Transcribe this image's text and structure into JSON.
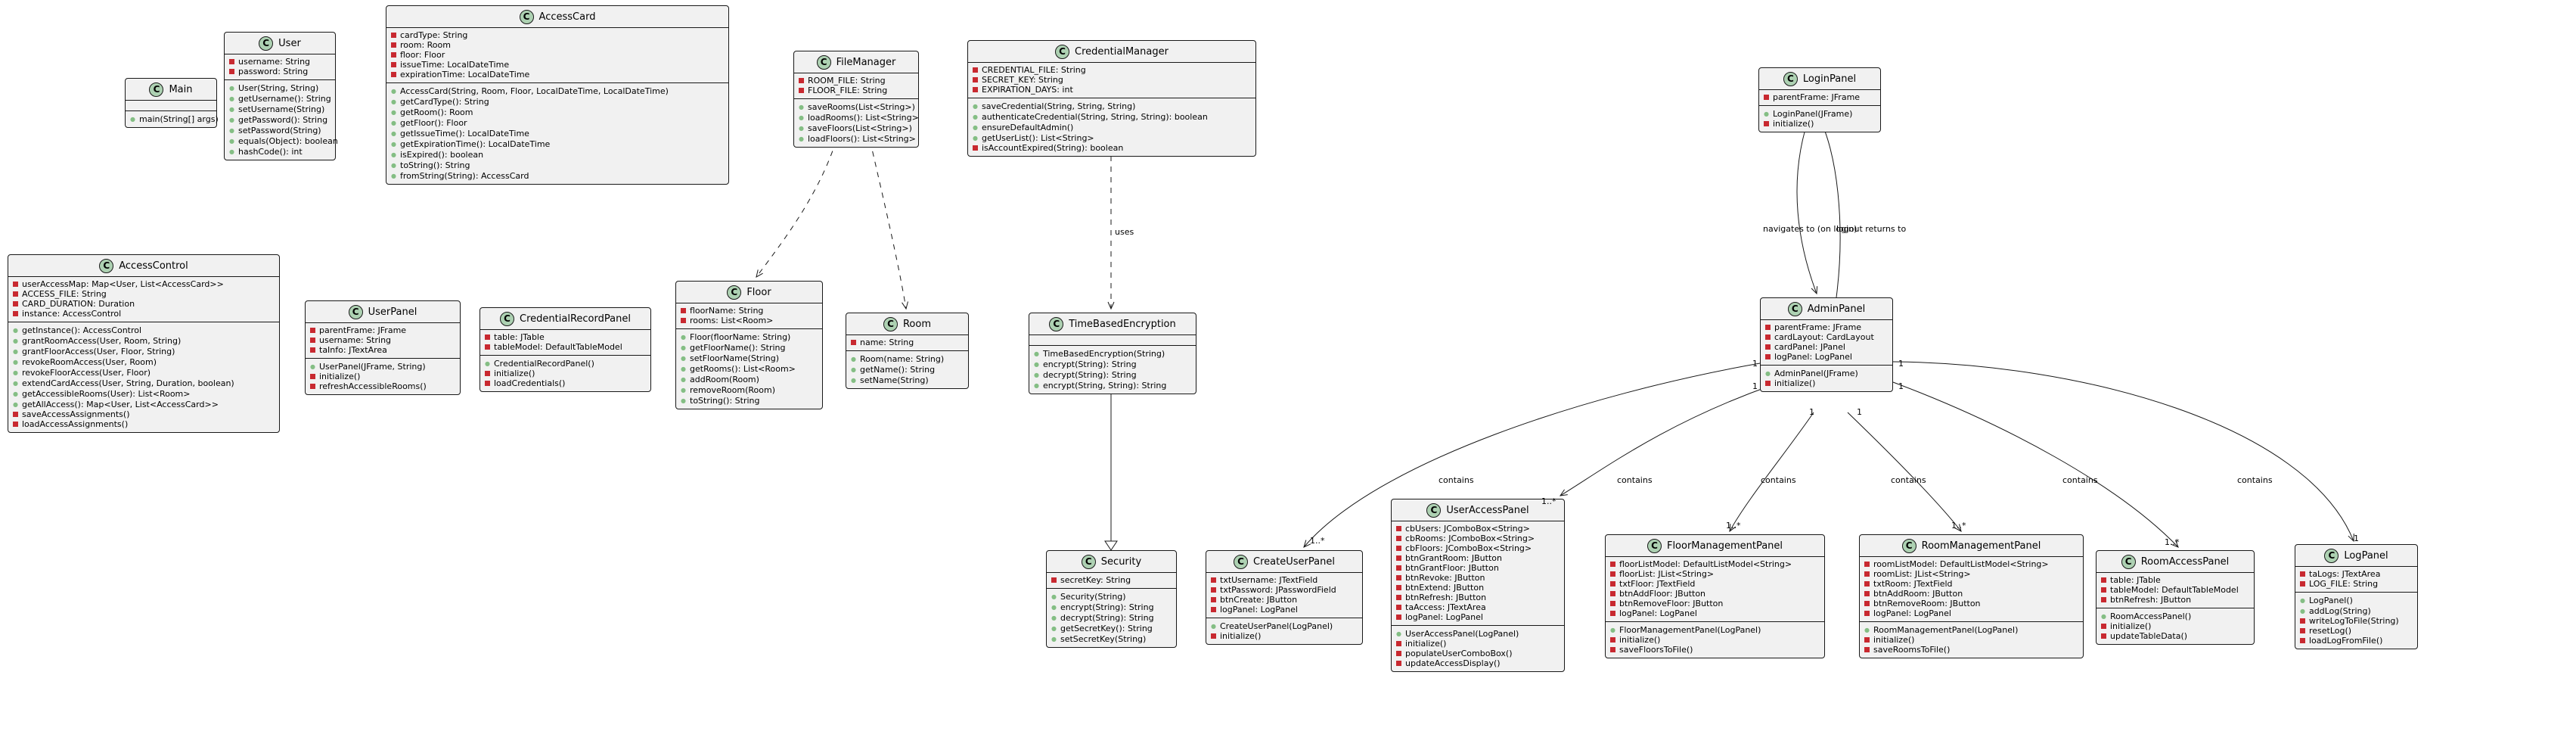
{
  "classes": {
    "main": {
      "name": "Main",
      "attributes": [],
      "methods": [
        {
          "vis": "+",
          "text": "main(String[] args)"
        }
      ]
    },
    "user": {
      "name": "User",
      "attributes": [
        {
          "vis": "-",
          "text": "username: String"
        },
        {
          "vis": "-",
          "text": "password: String"
        }
      ],
      "methods": [
        {
          "vis": "+",
          "text": "User(String, String)"
        },
        {
          "vis": "+",
          "text": "getUsername(): String"
        },
        {
          "vis": "+",
          "text": "setUsername(String)"
        },
        {
          "vis": "+",
          "text": "getPassword(): String"
        },
        {
          "vis": "+",
          "text": "setPassword(String)"
        },
        {
          "vis": "+",
          "text": "equals(Object): boolean"
        },
        {
          "vis": "+",
          "text": "hashCode(): int"
        }
      ]
    },
    "accesscard": {
      "name": "AccessCard",
      "attributes": [
        {
          "vis": "-",
          "text": "cardType: String"
        },
        {
          "vis": "-",
          "text": "room: Room"
        },
        {
          "vis": "-",
          "text": "floor: Floor"
        },
        {
          "vis": "-",
          "text": "issueTime: LocalDateTime"
        },
        {
          "vis": "-",
          "text": "expirationTime: LocalDateTime"
        }
      ],
      "methods": [
        {
          "vis": "+",
          "text": "AccessCard(String, Room, Floor, LocalDateTime, LocalDateTime)"
        },
        {
          "vis": "+",
          "text": "getCardType(): String"
        },
        {
          "vis": "+",
          "text": "getRoom(): Room"
        },
        {
          "vis": "+",
          "text": "getFloor(): Floor"
        },
        {
          "vis": "+",
          "text": "getIssueTime(): LocalDateTime"
        },
        {
          "vis": "+",
          "text": "getExpirationTime(): LocalDateTime"
        },
        {
          "vis": "+",
          "text": "isExpired(): boolean"
        },
        {
          "vis": "+",
          "text": "toString(): String"
        },
        {
          "vis": "+",
          "text": "fromString(String): AccessCard"
        }
      ]
    },
    "filemanager": {
      "name": "FileManager",
      "attributes": [
        {
          "vis": "-",
          "text": "ROOM_FILE: String"
        },
        {
          "vis": "-",
          "text": "FLOOR_FILE: String"
        }
      ],
      "methods": [
        {
          "vis": "+",
          "text": "saveRooms(List<String>)"
        },
        {
          "vis": "+",
          "text": "loadRooms(): List<String>"
        },
        {
          "vis": "+",
          "text": "saveFloors(List<String>)"
        },
        {
          "vis": "+",
          "text": "loadFloors(): List<String>"
        }
      ]
    },
    "credentialmanager": {
      "name": "CredentialManager",
      "attributes": [
        {
          "vis": "-",
          "text": "CREDENTIAL_FILE: String"
        },
        {
          "vis": "-",
          "text": "SECRET_KEY: String"
        },
        {
          "vis": "-",
          "text": "EXPIRATION_DAYS: int"
        }
      ],
      "methods": [
        {
          "vis": "+",
          "text": "saveCredential(String, String, String)"
        },
        {
          "vis": "+",
          "text": "authenticateCredential(String, String, String): boolean"
        },
        {
          "vis": "+",
          "text": "ensureDefaultAdmin()"
        },
        {
          "vis": "+",
          "text": "getUserList(): List<String>"
        },
        {
          "vis": "-",
          "text": "isAccountExpired(String): boolean"
        }
      ]
    },
    "loginpanel": {
      "name": "LoginPanel",
      "attributes": [
        {
          "vis": "-",
          "text": "parentFrame: JFrame"
        }
      ],
      "methods": [
        {
          "vis": "+",
          "text": "LoginPanel(JFrame)"
        },
        {
          "vis": "-",
          "text": "initialize()"
        }
      ]
    },
    "accesscontrol": {
      "name": "AccessControl",
      "attributes": [
        {
          "vis": "-",
          "text": "userAccessMap: Map<User, List<AccessCard>>"
        },
        {
          "vis": "-",
          "text": "ACCESS_FILE: String"
        },
        {
          "vis": "-",
          "text": "CARD_DURATION: Duration"
        },
        {
          "vis": "-",
          "text": "instance: AccessControl"
        }
      ],
      "methods": [
        {
          "vis": "+",
          "text": "getInstance(): AccessControl"
        },
        {
          "vis": "+",
          "text": "grantRoomAccess(User, Room, String)"
        },
        {
          "vis": "+",
          "text": "grantFloorAccess(User, Floor, String)"
        },
        {
          "vis": "+",
          "text": "revokeRoomAccess(User, Room)"
        },
        {
          "vis": "+",
          "text": "revokeFloorAccess(User, Floor)"
        },
        {
          "vis": "+",
          "text": "extendCardAccess(User, String, Duration, boolean)"
        },
        {
          "vis": "+",
          "text": "getAccessibleRooms(User): List<Room>"
        },
        {
          "vis": "+",
          "text": "getAllAccess(): Map<User, List<AccessCard>>"
        },
        {
          "vis": "-",
          "text": "saveAccessAssignments()"
        },
        {
          "vis": "-",
          "text": "loadAccessAssignments()"
        }
      ]
    },
    "userpanel": {
      "name": "UserPanel",
      "attributes": [
        {
          "vis": "-",
          "text": "parentFrame: JFrame"
        },
        {
          "vis": "-",
          "text": "username: String"
        },
        {
          "vis": "-",
          "text": "taInfo: JTextArea"
        }
      ],
      "methods": [
        {
          "vis": "+",
          "text": "UserPanel(JFrame, String)"
        },
        {
          "vis": "-",
          "text": "initialize()"
        },
        {
          "vis": "-",
          "text": "refreshAccessibleRooms()"
        }
      ]
    },
    "credentialrecordpanel": {
      "name": "CredentialRecordPanel",
      "attributes": [
        {
          "vis": "-",
          "text": "table: JTable"
        },
        {
          "vis": "-",
          "text": "tableModel: DefaultTableModel"
        }
      ],
      "methods": [
        {
          "vis": "+",
          "text": "CredentialRecordPanel()"
        },
        {
          "vis": "-",
          "text": "initialize()"
        },
        {
          "vis": "-",
          "text": "loadCredentials()"
        }
      ]
    },
    "floor": {
      "name": "Floor",
      "attributes": [
        {
          "vis": "-",
          "text": "floorName: String"
        },
        {
          "vis": "-",
          "text": "rooms: List<Room>"
        }
      ],
      "methods": [
        {
          "vis": "+",
          "text": "Floor(floorName: String)"
        },
        {
          "vis": "+",
          "text": "getFloorName(): String"
        },
        {
          "vis": "+",
          "text": "setFloorName(String)"
        },
        {
          "vis": "+",
          "text": "getRooms(): List<Room>"
        },
        {
          "vis": "+",
          "text": "addRoom(Room)"
        },
        {
          "vis": "+",
          "text": "removeRoom(Room)"
        },
        {
          "vis": "+",
          "text": "toString(): String"
        }
      ]
    },
    "room": {
      "name": "Room",
      "attributes": [
        {
          "vis": "-",
          "text": "name: String"
        }
      ],
      "methods": [
        {
          "vis": "+",
          "text": "Room(name: String)"
        },
        {
          "vis": "+",
          "text": "getName(): String"
        },
        {
          "vis": "+",
          "text": "setName(String)"
        }
      ]
    },
    "timebasedencryption": {
      "name": "TimeBasedEncryption",
      "attributes": [],
      "methods": [
        {
          "vis": "+",
          "text": "TimeBasedEncryption(String)"
        },
        {
          "vis": "+",
          "text": "encrypt(String): String"
        },
        {
          "vis": "+",
          "text": "decrypt(String): String"
        },
        {
          "vis": "+",
          "text": "encrypt(String, String): String"
        }
      ]
    },
    "adminpanel": {
      "name": "AdminPanel",
      "attributes": [
        {
          "vis": "-",
          "text": "parentFrame: JFrame"
        },
        {
          "vis": "-",
          "text": "cardLayout: CardLayout"
        },
        {
          "vis": "-",
          "text": "cardPanel: JPanel"
        },
        {
          "vis": "-",
          "text": "logPanel: LogPanel"
        }
      ],
      "methods": [
        {
          "vis": "+",
          "text": "AdminPanel(JFrame)"
        },
        {
          "vis": "-",
          "text": "initialize()"
        }
      ]
    },
    "security": {
      "name": "Security",
      "attributes": [
        {
          "vis": "-",
          "text": "secretKey: String"
        }
      ],
      "methods": [
        {
          "vis": "+",
          "text": "Security(String)"
        },
        {
          "vis": "+",
          "text": "encrypt(String): String"
        },
        {
          "vis": "+",
          "text": "decrypt(String): String"
        },
        {
          "vis": "+",
          "text": "getSecretKey(): String"
        },
        {
          "vis": "+",
          "text": "setSecretKey(String)"
        }
      ]
    },
    "createuserpanel": {
      "name": "CreateUserPanel",
      "attributes": [
        {
          "vis": "-",
          "text": "txtUsername: JTextField"
        },
        {
          "vis": "-",
          "text": "txtPassword: JPasswordField"
        },
        {
          "vis": "-",
          "text": "btnCreate: JButton"
        },
        {
          "vis": "-",
          "text": "logPanel: LogPanel"
        }
      ],
      "methods": [
        {
          "vis": "+",
          "text": "CreateUserPanel(LogPanel)"
        },
        {
          "vis": "-",
          "text": "initialize()"
        }
      ]
    },
    "useraccesspanel": {
      "name": "UserAccessPanel",
      "attributes": [
        {
          "vis": "-",
          "text": "cbUsers: JComboBox<String>"
        },
        {
          "vis": "-",
          "text": "cbRooms: JComboBox<String>"
        },
        {
          "vis": "-",
          "text": "cbFloors: JComboBox<String>"
        },
        {
          "vis": "-",
          "text": "btnGrantRoom: JButton"
        },
        {
          "vis": "-",
          "text": "btnGrantFloor: JButton"
        },
        {
          "vis": "-",
          "text": "btnRevoke: JButton"
        },
        {
          "vis": "-",
          "text": "btnExtend: JButton"
        },
        {
          "vis": "-",
          "text": "btnRefresh: JButton"
        },
        {
          "vis": "-",
          "text": "taAccess: JTextArea"
        },
        {
          "vis": "-",
          "text": "logPanel: LogPanel"
        }
      ],
      "methods": [
        {
          "vis": "+",
          "text": "UserAccessPanel(LogPanel)"
        },
        {
          "vis": "-",
          "text": "initialize()"
        },
        {
          "vis": "-",
          "text": "populateUserComboBox()"
        },
        {
          "vis": "-",
          "text": "updateAccessDisplay()"
        }
      ]
    },
    "floormanagementpanel": {
      "name": "FloorManagementPanel",
      "attributes": [
        {
          "vis": "-",
          "text": "floorListModel: DefaultListModel<String>"
        },
        {
          "vis": "-",
          "text": "floorList: JList<String>"
        },
        {
          "vis": "-",
          "text": "txtFloor: JTextField"
        },
        {
          "vis": "-",
          "text": "btnAddFloor: JButton"
        },
        {
          "vis": "-",
          "text": "btnRemoveFloor: JButton"
        },
        {
          "vis": "-",
          "text": "logPanel: LogPanel"
        }
      ],
      "methods": [
        {
          "vis": "+",
          "text": "FloorManagementPanel(LogPanel)"
        },
        {
          "vis": "-",
          "text": "initialize()"
        },
        {
          "vis": "-",
          "text": "saveFloorsToFile()"
        }
      ]
    },
    "roommanagementpanel": {
      "name": "RoomManagementPanel",
      "attributes": [
        {
          "vis": "-",
          "text": "roomListModel: DefaultListModel<String>"
        },
        {
          "vis": "-",
          "text": "roomList: JList<String>"
        },
        {
          "vis": "-",
          "text": "txtRoom: JTextField"
        },
        {
          "vis": "-",
          "text": "btnAddRoom: JButton"
        },
        {
          "vis": "-",
          "text": "btnRemoveRoom: JButton"
        },
        {
          "vis": "-",
          "text": "logPanel: LogPanel"
        }
      ],
      "methods": [
        {
          "vis": "+",
          "text": "RoomManagementPanel(LogPanel)"
        },
        {
          "vis": "-",
          "text": "initialize()"
        },
        {
          "vis": "-",
          "text": "saveRoomsToFile()"
        }
      ]
    },
    "roomaccesspanel": {
      "name": "RoomAccessPanel",
      "attributes": [
        {
          "vis": "-",
          "text": "table: JTable"
        },
        {
          "vis": "-",
          "text": "tableModel: DefaultTableModel"
        },
        {
          "vis": "-",
          "text": "btnRefresh: JButton"
        }
      ],
      "methods": [
        {
          "vis": "+",
          "text": "RoomAccessPanel()"
        },
        {
          "vis": "-",
          "text": "initialize()"
        },
        {
          "vis": "-",
          "text": "updateTableData()"
        }
      ]
    },
    "logpanel": {
      "name": "LogPanel",
      "attributes": [
        {
          "vis": "-",
          "text": "taLogs: JTextArea"
        },
        {
          "vis": "-",
          "text": "LOG_FILE: String"
        }
      ],
      "methods": [
        {
          "vis": "+",
          "text": "LogPanel()"
        },
        {
          "vis": "+",
          "text": "addLog(String)"
        },
        {
          "vis": "-",
          "text": "writeLogToFile(String)"
        },
        {
          "vis": "-",
          "text": "resetLog()"
        },
        {
          "vis": "-",
          "text": "loadLogFromFile()"
        }
      ]
    }
  },
  "relations": [
    {
      "id": "fm-floor",
      "from": "filemanager",
      "to": "floor",
      "kind": "dependency",
      "label": "",
      "src_mult": "",
      "dst_mult": ""
    },
    {
      "id": "fm-room",
      "from": "filemanager",
      "to": "room",
      "kind": "dependency",
      "label": "",
      "src_mult": "",
      "dst_mult": ""
    },
    {
      "id": "cm-tbe",
      "from": "credentialmanager",
      "to": "timebasedencryption",
      "kind": "dependency",
      "label": "uses",
      "src_mult": "",
      "dst_mult": ""
    },
    {
      "id": "tbe-sec",
      "from": "timebasedencryption",
      "to": "security",
      "kind": "inheritance",
      "label": "",
      "src_mult": "",
      "dst_mult": ""
    },
    {
      "id": "login-admin",
      "from": "loginpanel",
      "to": "adminpanel",
      "kind": "association",
      "label": "navigates to (on login)",
      "src_mult": "",
      "dst_mult": ""
    },
    {
      "id": "admin-login",
      "from": "adminpanel",
      "to": "loginpanel",
      "kind": "association",
      "label": "logout returns to",
      "src_mult": "",
      "dst_mult": ""
    },
    {
      "id": "admin-cup",
      "from": "adminpanel",
      "to": "createuserpanel",
      "kind": "association",
      "label": "contains",
      "src_mult": "1",
      "dst_mult": "1..*"
    },
    {
      "id": "admin-uap",
      "from": "adminpanel",
      "to": "useraccesspanel",
      "kind": "association",
      "label": "contains",
      "src_mult": "1",
      "dst_mult": "1..*"
    },
    {
      "id": "admin-fmp",
      "from": "adminpanel",
      "to": "floormanagementpanel",
      "kind": "association",
      "label": "contains",
      "src_mult": "1",
      "dst_mult": "1..*"
    },
    {
      "id": "admin-rmp",
      "from": "adminpanel",
      "to": "roommanagementpanel",
      "kind": "association",
      "label": "contains",
      "src_mult": "1",
      "dst_mult": "1..*"
    },
    {
      "id": "admin-rap",
      "from": "adminpanel",
      "to": "roomaccesspanel",
      "kind": "association",
      "label": "contains",
      "src_mult": "1",
      "dst_mult": "1..*"
    },
    {
      "id": "admin-log",
      "from": "adminpanel",
      "to": "logpanel",
      "kind": "association",
      "label": "contains",
      "src_mult": "1",
      "dst_mult": "1"
    }
  ],
  "colors": {
    "class_fill": "#f1f1f1",
    "class_border": "#181818",
    "class_icon": "#add1b2",
    "public_marker": "#84be84",
    "private_marker": "#c82930",
    "edge": "#181818"
  }
}
